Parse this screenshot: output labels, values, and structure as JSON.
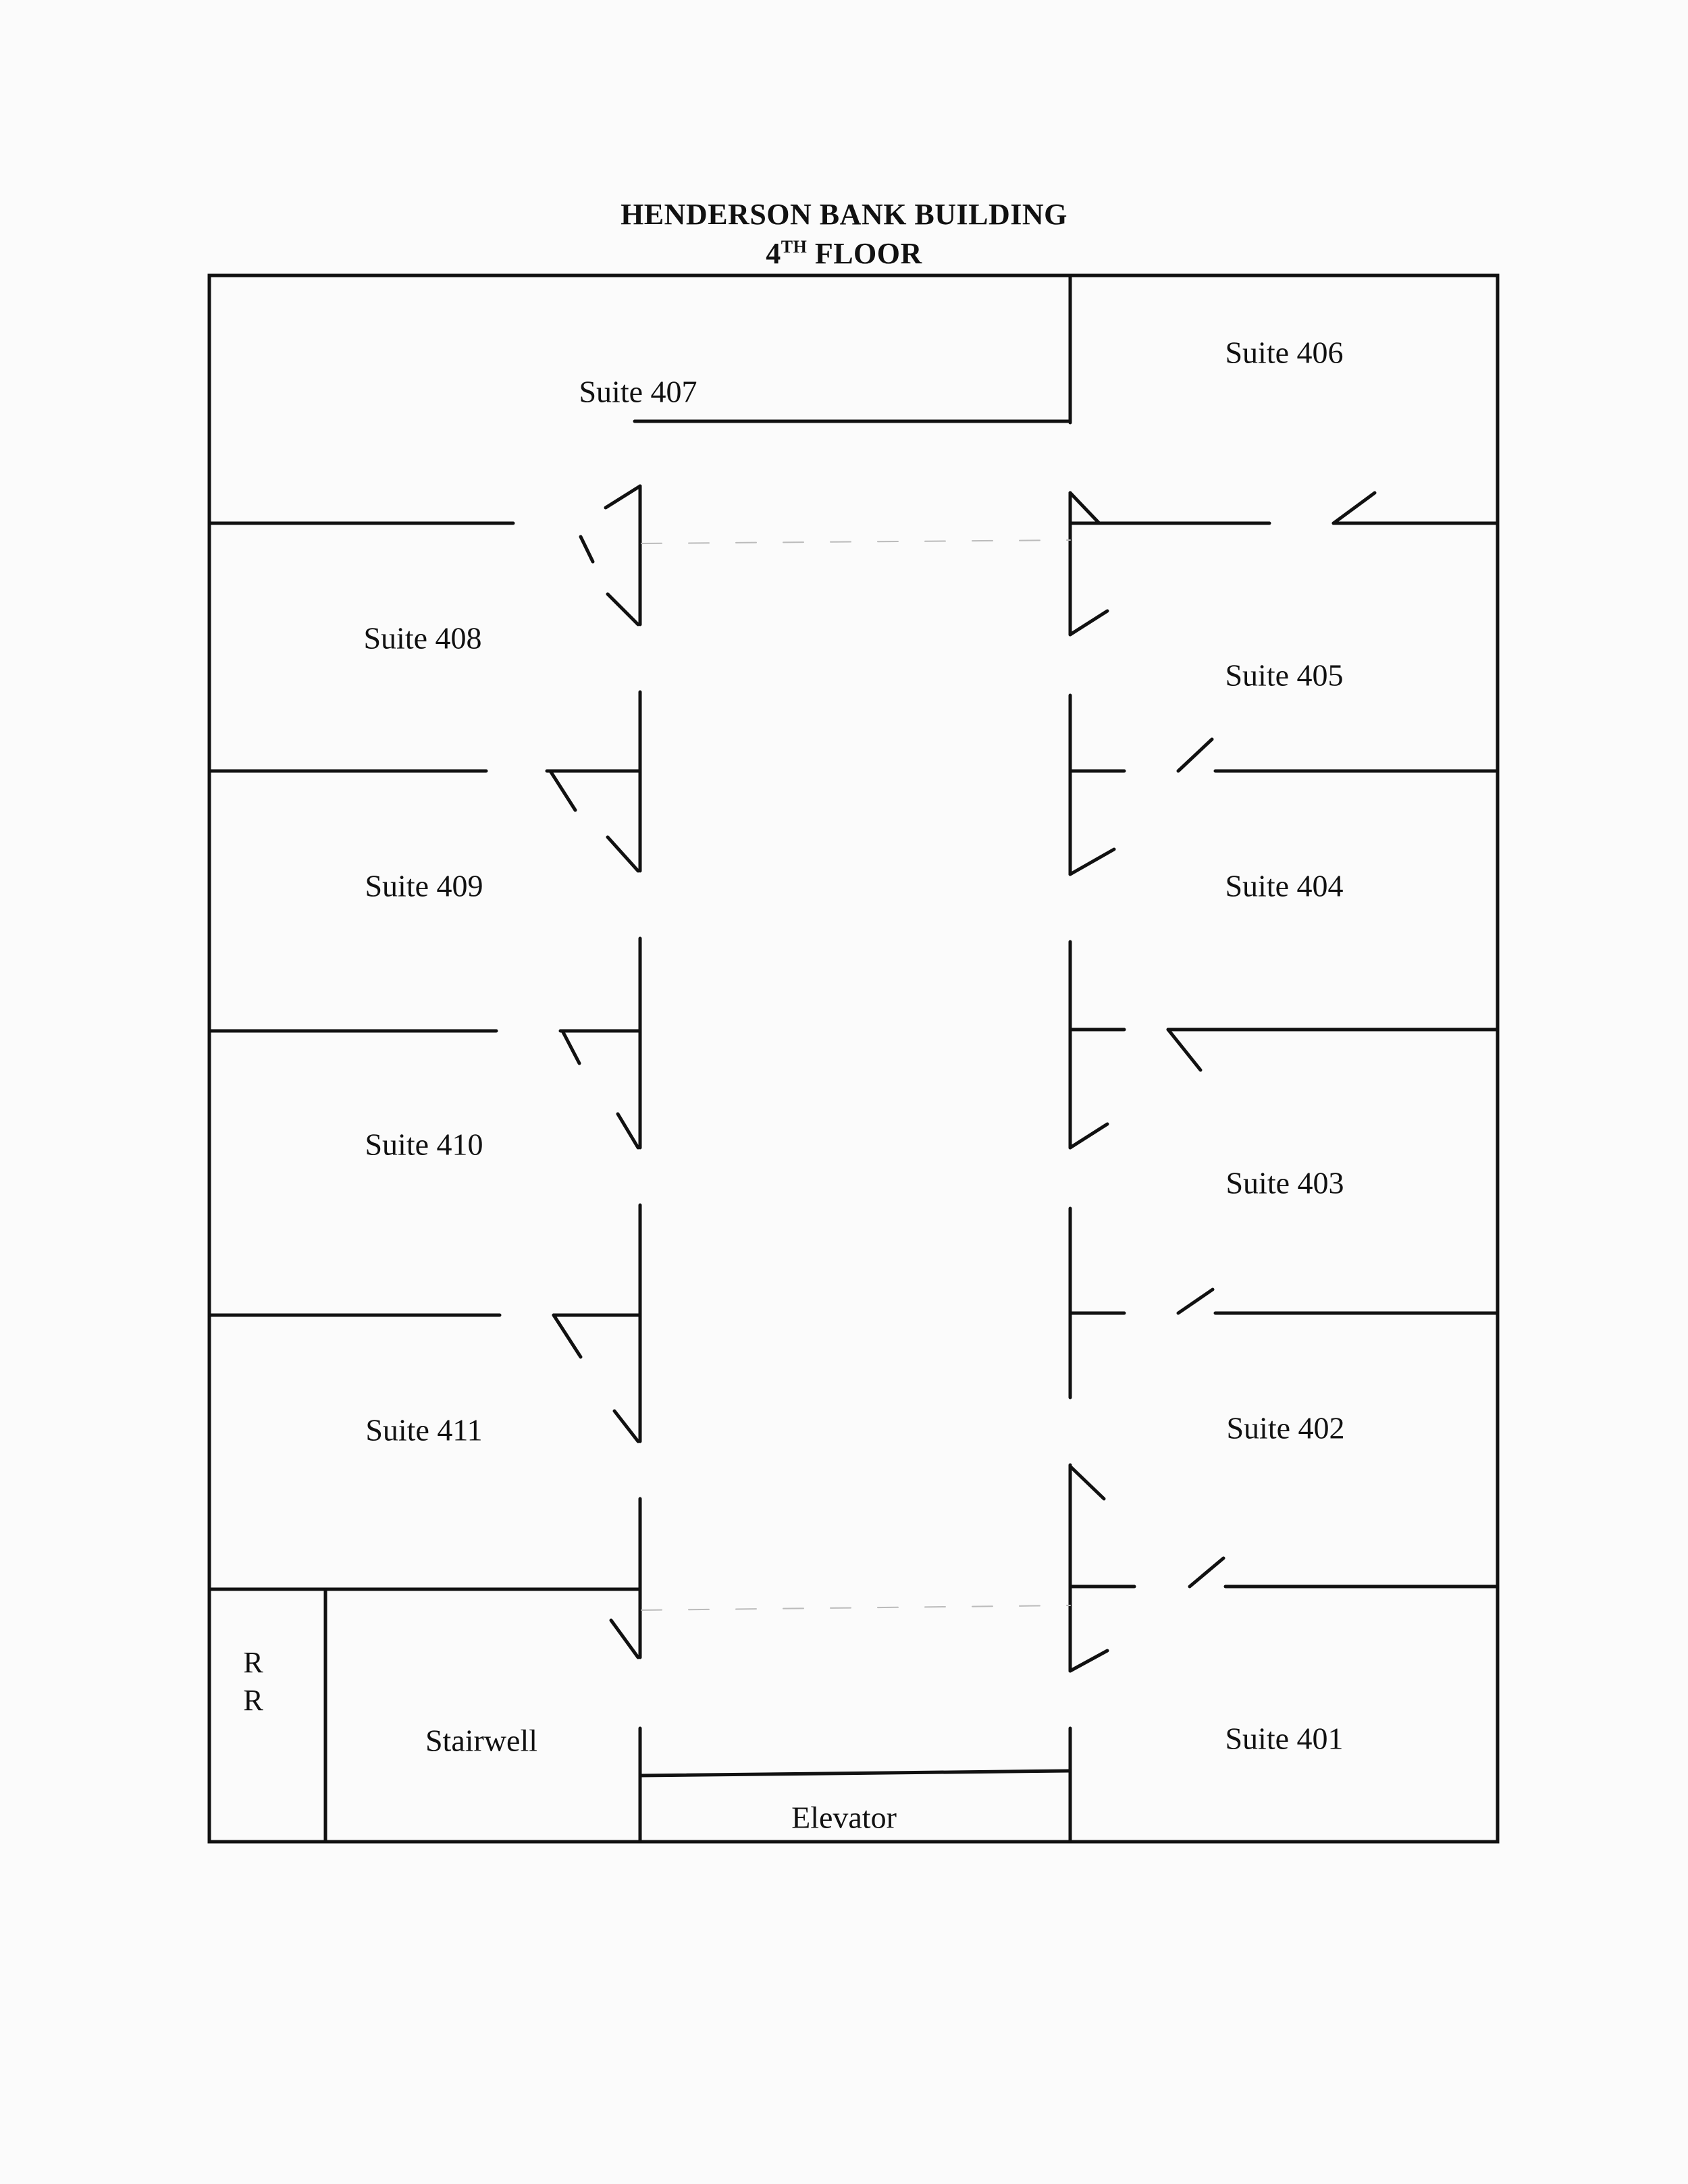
{
  "header": {
    "title": "HENDERSON BANK BUILDING",
    "subtitle_num": "4",
    "subtitle_sup": "TH",
    "subtitle_rest": " FLOOR"
  },
  "rooms": {
    "suite407": "Suite 407",
    "suite406": "Suite 406",
    "suite408": "Suite 408",
    "suite405": "Suite 405",
    "suite409": "Suite 409",
    "suite404": "Suite 404",
    "suite410": "Suite 410",
    "suite403": "Suite 403",
    "suite411": "Suite 411",
    "suite402": "Suite 402",
    "suite401": "Suite 401",
    "stairwell": "Stairwell",
    "elevator": "Elevator",
    "restroom_line1": "R",
    "restroom_line2": "R"
  }
}
